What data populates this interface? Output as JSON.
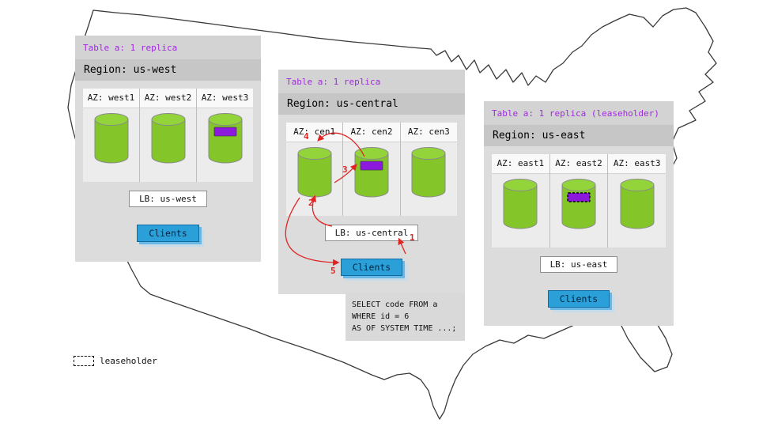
{
  "panels": [
    {
      "region": "us-west",
      "table_label": "Table a: 1 replica",
      "region_label": "Region: us-west",
      "azs": [
        {
          "label": "AZ: west1",
          "replica_highlight": false,
          "leaseholder": false
        },
        {
          "label": "AZ: west2",
          "replica_highlight": false,
          "leaseholder": false
        },
        {
          "label": "AZ: west3",
          "replica_highlight": true,
          "leaseholder": false
        }
      ],
      "lb_label": "LB: us-west",
      "clients_label": "Clients"
    },
    {
      "region": "us-central",
      "table_label": "Table a: 1 replica",
      "region_label": "Region: us-central",
      "azs": [
        {
          "label": "AZ: cen1",
          "replica_highlight": false,
          "leaseholder": false
        },
        {
          "label": "AZ: cen2",
          "replica_highlight": true,
          "leaseholder": false
        },
        {
          "label": "AZ: cen3",
          "replica_highlight": false,
          "leaseholder": false
        }
      ],
      "lb_label": "LB: us-central",
      "clients_label": "Clients"
    },
    {
      "region": "us-east",
      "table_label": "Table a: 1 replica (leaseholder)",
      "region_label": "Region: us-east",
      "azs": [
        {
          "label": "AZ: east1",
          "replica_highlight": false,
          "leaseholder": false
        },
        {
          "label": "AZ: east2",
          "replica_highlight": true,
          "leaseholder": true
        },
        {
          "label": "AZ: east3",
          "replica_highlight": false,
          "leaseholder": false
        }
      ],
      "lb_label": "LB: us-east",
      "clients_label": "Clients"
    }
  ],
  "flow_steps": [
    "1",
    "2",
    "3",
    "4",
    "5"
  ],
  "sql_box": {
    "lines": [
      "SELECT code FROM a",
      "WHERE id = 6",
      "AS OF SYSTEM TIME ...;"
    ]
  },
  "legend": {
    "leaseholder_label": "leaseholder"
  },
  "colors": {
    "table_header_text": "#a228e0",
    "replica_green": "#84c62a",
    "highlight_purple": "#8d18dd",
    "clients_blue": "#2a9fd8",
    "arrow_red": "#e02424",
    "panel_gray": "#dcdcdc",
    "region_band_gray": "#c6c6c6"
  }
}
